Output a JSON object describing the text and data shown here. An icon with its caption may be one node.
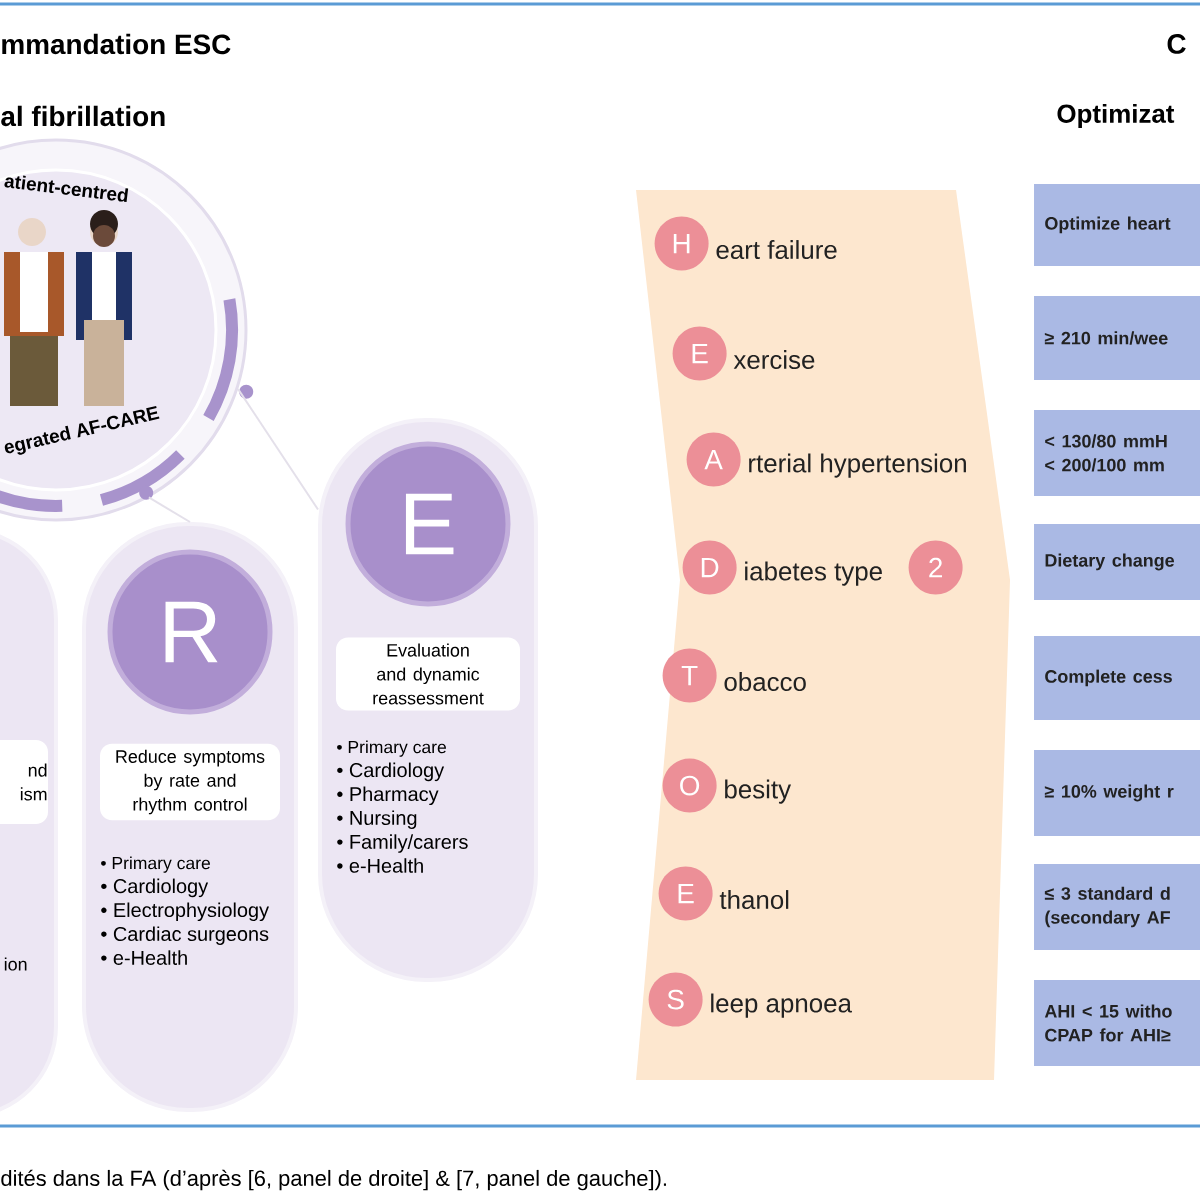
{
  "diagram": {
    "title": "mmandation ESC",
    "caption": "dités dans la FA (d’après [6, panel de droite] & [7, panel de gauche]).",
    "nodes": [
      {
        "text": [
          "atient-centred",
          "egrated AF-CARE"
        ]
      },
      {
        "text": [
          "nd ism",
          "ion"
        ]
      },
      {
        "text": [
          "R",
          "Reduce symptoms by rate and rhythm control",
          "• Primary care",
          "• Cardiology",
          "• Electrophysiology",
          "• Cardiac surgeons",
          "• e-Health"
        ]
      },
      {
        "text": [
          "E",
          "Evaluation and dynamic reassessment",
          "• Primary care",
          "• Cardiology",
          "• Pharmacy",
          "• Nursing",
          "• Family/carers",
          "• e-Health"
        ]
      },
      {
        "text": [],
        "shape": "box"
      },
      {
        "text": [
          "H"
        ],
        "beside": [
          "eart failure"
        ],
        "in": 4
      },
      {
        "text": [
          "E"
        ],
        "beside": [
          "xercise"
        ],
        "in": 4
      },
      {
        "text": [
          "A"
        ],
        "beside": [
          "rterial hypertension"
        ],
        "in": 4
      },
      {
        "text": [
          "D"
        ],
        "beside": [
          "iabetes type"
        ],
        "in": 4
      },
      {
        "text": [
          "2"
        ],
        "in": 4
      },
      {
        "text": [
          "T"
        ],
        "beside": [
          "obacco"
        ],
        "in": 4
      },
      {
        "text": [
          "O"
        ],
        "beside": [
          "besity"
        ],
        "in": 4
      },
      {
        "text": [
          "E"
        ],
        "beside": [
          "thanol"
        ],
        "in": 4
      },
      {
        "text": [
          "S"
        ],
        "beside": [
          "leep apnoea"
        ],
        "in": 4
      },
      {
        "text": [
          "Optimize heart"
        ]
      },
      {
        "text": [
          "≥ 210 min/wee"
        ]
      },
      {
        "text": [
          "< 130/80 mmH < 200/100 mm"
        ]
      },
      {
        "text": [
          "Dietary change"
        ]
      },
      {
        "text": [
          "Complete cess"
        ]
      },
      {
        "text": [
          "≥ 10% weight r"
        ]
      },
      {
        "text": [
          "≤ 3 standard d (secondary AF"
        ]
      },
      {
        "text": [
          "AHI < 15 witho CPAP for AHI≥"
        ]
      }
    ],
    "edges": [
      {
        "from": 0,
        "to": 3,
        "arrow": "none"
      },
      {
        "from": 0,
        "to": 2,
        "arrow": "none"
      }
    ],
    "labels": [
      "C",
      "al fibrillation",
      "Optimizat"
    ]
  }
}
